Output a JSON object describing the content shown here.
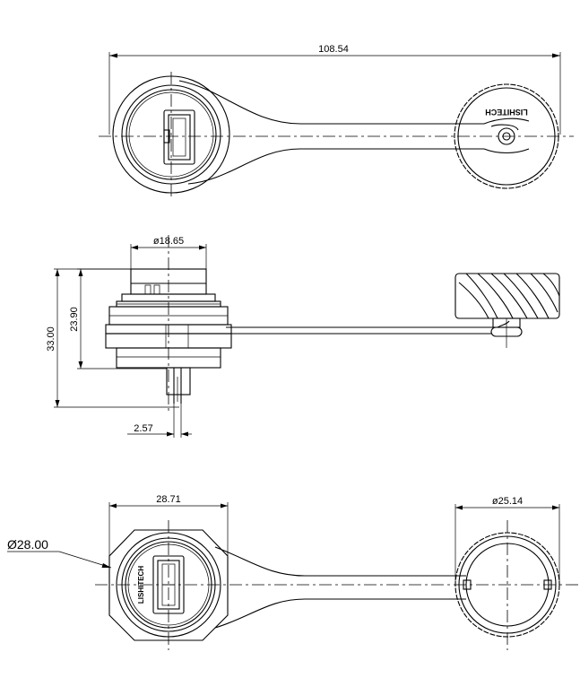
{
  "top_view": {
    "overall_length": "108.54",
    "logo_text": "LISHITECH"
  },
  "side_view": {
    "cap_diameter": "ø18.65",
    "height_total": "33.00",
    "height_body": "23.90",
    "pin_width": "2.57"
  },
  "bottom_view": {
    "flange_width": "28.71",
    "nut_diameter": "Ø28.00",
    "cover_diameter": "ø25.14",
    "logo_text": "LISHITECH"
  }
}
